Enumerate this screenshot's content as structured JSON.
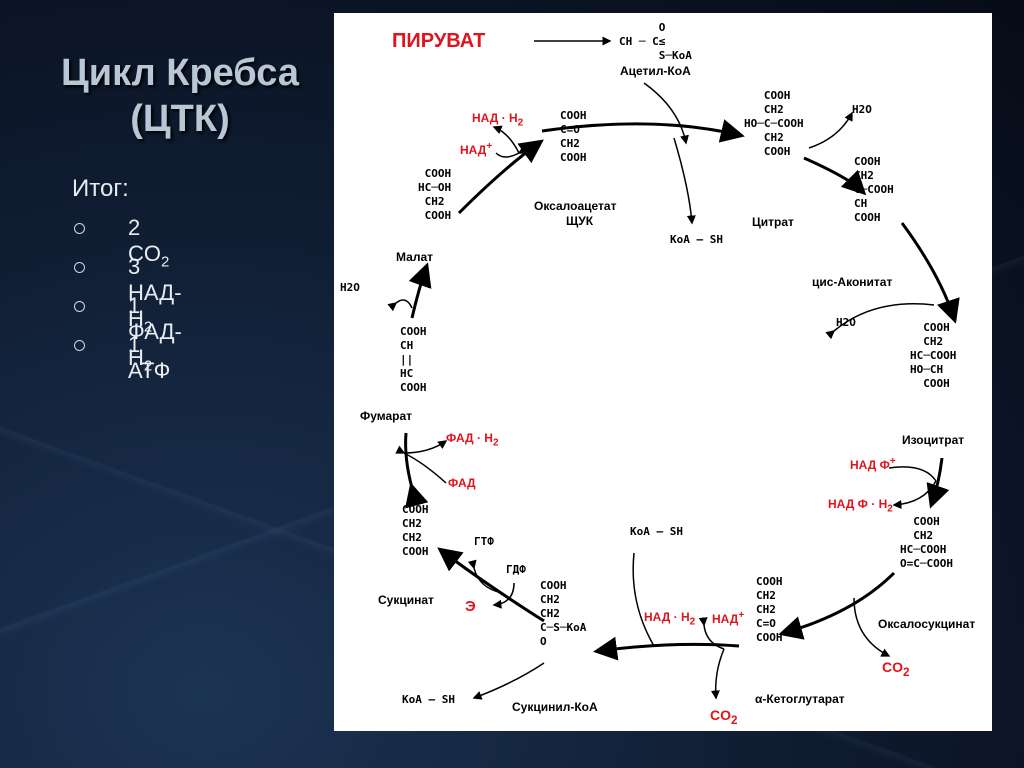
{
  "slide": {
    "title_line1": "Цикл Кребса",
    "title_line2": "(ЦТК)",
    "result_label": "Итог:",
    "results": [
      {
        "text": "2 CO",
        "sub": "2"
      },
      {
        "text": "3 НАД-Н",
        "sub": "2"
      },
      {
        "text": "1 ФАД-Н",
        "sub": "2"
      },
      {
        "text": "1 АТФ",
        "sub": ""
      }
    ]
  },
  "diagram": {
    "pyruvate": "ПИРУВАТ",
    "compounds": {
      "acetyl_coa": "Ацетил-КоА",
      "citrate": "Цитрат",
      "cis_aconitate": "цис-Аконитат",
      "isocitrate": "Изоцитрат",
      "oxalosuccinate": "Оксалосукцинат",
      "ketoglutarate": "α-Кетоглутарат",
      "succinyl_coa": "Сукцинил-КоА",
      "succinate": "Сукцинат",
      "fumarate": "Фумарат",
      "malate": "Малат",
      "oxaloacetate": "Оксалоацетат",
      "oxaloacetate_abbr": "ЩУК"
    },
    "cofactors": {
      "nad_h2_top": "НАД · Н",
      "nad_plus_top": "НАД",
      "fad_h2": "ФАД · Н",
      "fad": "ФАД",
      "nad_plus_right": "НАД Ф",
      "nadf_h2_right": "НАД Ф · Н",
      "nad_h2_bottom": "НАД · Н",
      "nad_plus_bottom": "НАД",
      "co2_right": "CO",
      "co2_bottom": "CO",
      "e_label": "Э",
      "h2o_citrate": "H2O",
      "h2o_aconitate": "H2O",
      "h2o_malate": "H2O",
      "koa_sh_top": "КоА — SH",
      "koa_sh_bottom": "КоА — SH",
      "koa_sh_left": "КоА — SH",
      "gtp": "ГТФ",
      "gdp": "ГДФ"
    }
  }
}
